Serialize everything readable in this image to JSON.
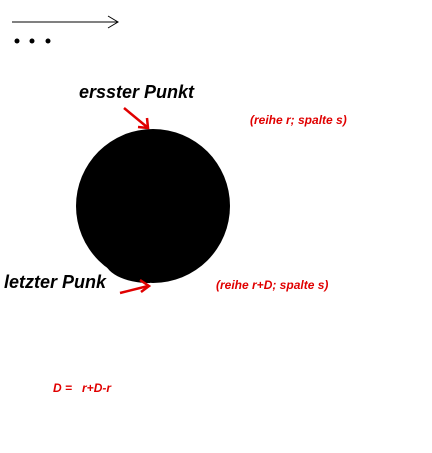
{
  "top_dots": "• • •",
  "first_point": {
    "label": "ersster Punkt",
    "coordinate": "(reihe r; spalte s)"
  },
  "last_point": {
    "label": "letzter Punk",
    "coordinate": "(reihe r+D; spalte s)"
  },
  "formula": {
    "lhs": "D =",
    "rhs": "r+D-r"
  },
  "colors": {
    "ink": "#000000",
    "accent": "#e00000"
  }
}
